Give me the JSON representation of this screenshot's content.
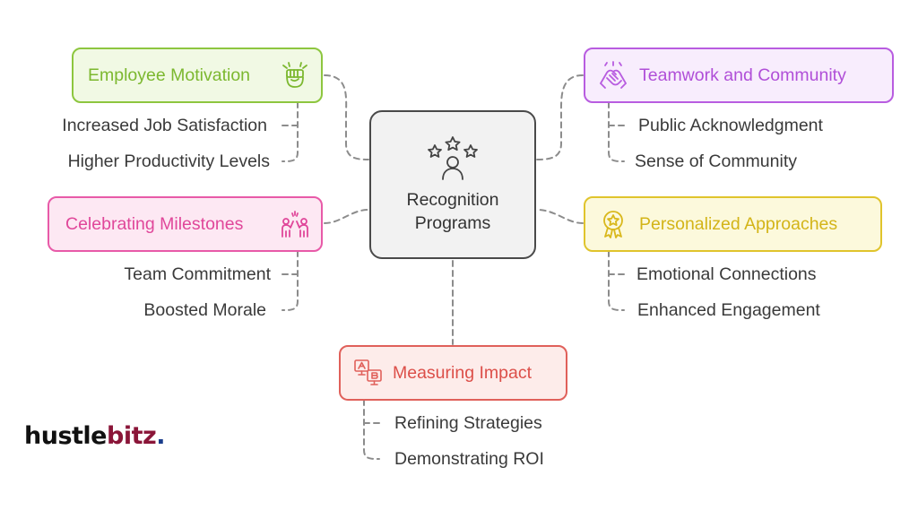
{
  "center": {
    "title_line1": "Recognition",
    "title_line2": "Programs",
    "icon": "stars-person-icon"
  },
  "branches": {
    "employee_motivation": {
      "title": "Employee Motivation",
      "icon": "raised-fist-icon",
      "color": "#8dc63f",
      "items": [
        "Increased Job Satisfaction",
        "Higher Productivity Levels"
      ]
    },
    "celebrating_milestones": {
      "title": "Celebrating Milestones",
      "icon": "high-five-icon",
      "color": "#e85aa8",
      "items": [
        "Team Commitment",
        "Boosted Morale"
      ]
    },
    "teamwork_community": {
      "title": "Teamwork and Community",
      "icon": "joined-hands-icon",
      "color": "#b85ce0",
      "items": [
        "Public Acknowledgment",
        "Sense of Community"
      ]
    },
    "personalized_approaches": {
      "title": "Personalized Approaches",
      "icon": "award-badge-icon",
      "color": "#e0c42c",
      "items": [
        "Emotional Connections",
        "Enhanced Engagement"
      ]
    },
    "measuring_impact": {
      "title": "Measuring Impact",
      "icon": "ab-test-icon",
      "color": "#e0605a",
      "items": [
        "Refining Strategies",
        "Demonstrating ROI"
      ]
    }
  },
  "logo": {
    "part1": "hustle",
    "part2": "bitz",
    "dot": "."
  }
}
